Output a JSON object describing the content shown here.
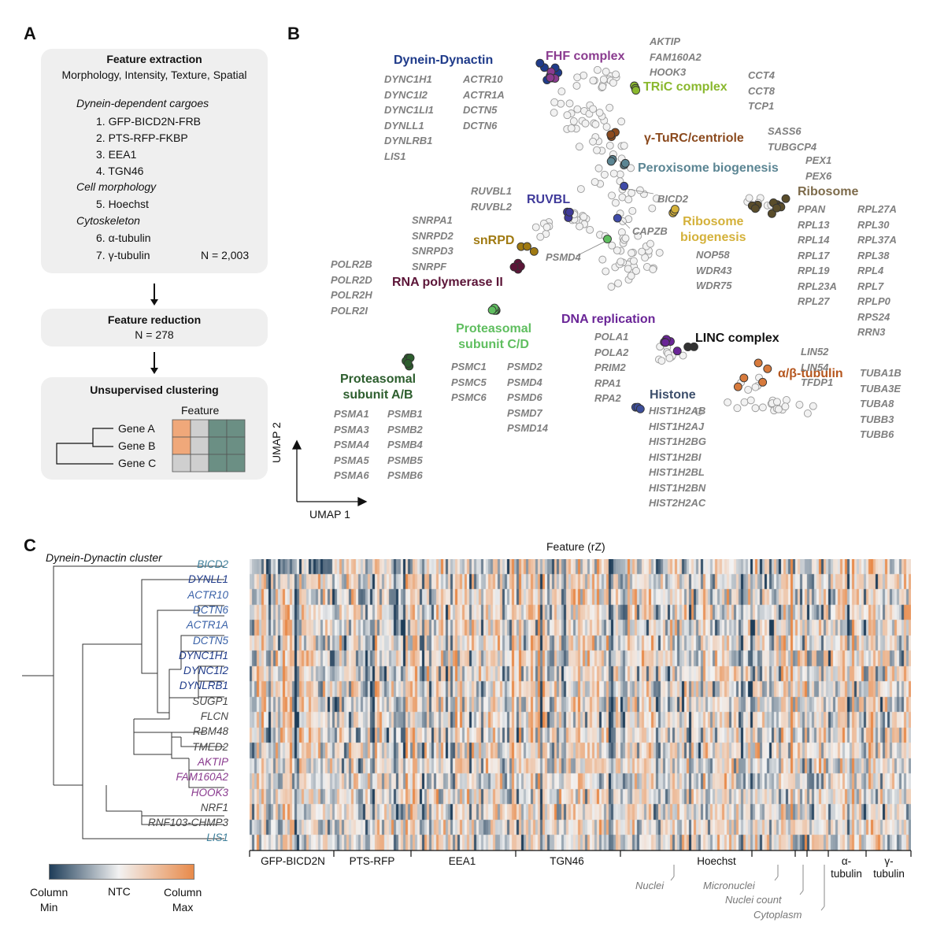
{
  "panelA": {
    "letter": "A",
    "extraction": {
      "title": "Feature extraction",
      "subtitle": "Morphology, Intensity, Texture, Spatial",
      "group1": "Dynein-dependent cargoes",
      "item1": "1. GFP-BICD2N-FRB",
      "item2": "2. PTS-RFP-FKBP",
      "item3": "3. EEA1",
      "item4": "4. TGN46",
      "group2": "Cell morphology",
      "item5": "5. Hoechst",
      "group3": "Cytoskeleton",
      "item6": "6. α-tubulin",
      "item7": "7. γ-tubulin",
      "n": "N = 2,003"
    },
    "reduction": {
      "title": "Feature reduction",
      "n": "N = 278"
    },
    "clustering": {
      "title": "Unsupervised clustering",
      "feature_label": "Feature",
      "genes": [
        "Gene A",
        "Gene B",
        "Gene C"
      ],
      "colors": {
        "orange": "#f0a87a",
        "gray": "#cfcfcf",
        "teal": "#6b8f84"
      }
    }
  },
  "panelB": {
    "letter": "B",
    "axis_x": "UMAP 1",
    "axis_y": "UMAP 2",
    "clusters": [
      {
        "id": "dynein",
        "label": "Dynein-Dynactin",
        "color": "#1f3b8a"
      },
      {
        "id": "fhf",
        "label": "FHF complex",
        "color": "#8a3b8f"
      },
      {
        "id": "tric",
        "label": "TRiC complex",
        "color": "#8ab82e"
      },
      {
        "id": "gturc",
        "label": "γ-TuRC/centriole",
        "color": "#8b4a1e"
      },
      {
        "id": "perox",
        "label": "Peroxisome biogenesis",
        "color": "#5b8593"
      },
      {
        "id": "ribosome",
        "label": "Ribosome",
        "color": "#7d6b4b"
      },
      {
        "id": "ruvbl",
        "label": "RUVBL",
        "color": "#3f3a9a"
      },
      {
        "id": "snrpd",
        "label": "snRPD",
        "color": "#a07a12"
      },
      {
        "id": "ribobio",
        "label": "Ribosome\nbiogenesis",
        "color": "#d4b13a"
      },
      {
        "id": "rnapol",
        "label": "RNA polymerase II",
        "color": "#5c1538"
      },
      {
        "id": "proteaCD",
        "label": "Proteasomal\nsubunit C/D",
        "color": "#5fbe5f"
      },
      {
        "id": "dnarep",
        "label": "DNA replication",
        "color": "#6a2597"
      },
      {
        "id": "linc",
        "label": "LINC complex",
        "color": "#111111"
      },
      {
        "id": "tubulin",
        "label": "α/β-tubulin",
        "color": "#b5561e"
      },
      {
        "id": "proteaAB",
        "label": "Proteasomal\nsubunit A/B",
        "color": "#2d5e2e"
      },
      {
        "id": "histone",
        "label": "Histone",
        "color": "#3c4e6b"
      }
    ],
    "gene_lists": {
      "dynein_a": "DYNC1H1\nDYNC1I2\nDYNC1LI1\nDYNLL1\nDYNLRB1\nLIS1",
      "dynein_b": "ACTR10\nACTR1A\nDCTN5\nDCTN6",
      "fhf": "AKTIP\nFAM160A2\nHOOK3",
      "tric": "CCT4\nCCT8\nTCP1",
      "gturc": "SASS6\nTUBGCP4",
      "perox": "PEX1\nPEX6",
      "ruvbl": "RUVBL1\nRUVBL2",
      "snrpd": "SNRPA1\nSNRPD2\nSNRPD3\nSNRPF",
      "rnapol": "POLR2B\nPOLR2D\nPOLR2H\nPOLR2I",
      "ribo_a": "PPAN\nRPL13\nRPL14\nRPL17\nRPL19\nRPL23A\nRPL27",
      "ribo_b": "RPL27A\nRPL30\nRPL37A\nRPL38\nRPL4\nRPL7\nRPLP0\nRPS24\nRRN3",
      "ribobio": "NOP58\nWDR43\nWDR75",
      "proteaCD_a": "PSMC1\nPSMC5\nPSMC6",
      "proteaCD_b": "PSMD2\nPSMD4\nPSMD6\nPSMD7\nPSMD14",
      "dnarep": "POLA1\nPOLA2\nPRIM2\nRPA1\nRPA2",
      "linc": "LIN52\nLIN54\nTFDP1",
      "tubulin": "TUBA1B\nTUBA3E\nTUBA8\nTUBB3\nTUBB6",
      "proteaAB_a": "PSMA1\nPSMA3\nPSMA4\nPSMA5\nPSMA6",
      "proteaAB_b": "PSMB1\nPSMB2\nPSMB4\nPSMB5\nPSMB6",
      "histone": "HIST1H2AB\nHIST1H2AJ\nHIST1H2BG\nHIST1H2BI\nHIST1H2BL\nHIST1H2BN\nHIST2H2AC"
    },
    "callouts": {
      "bicd2": "BICD2",
      "capzb": "CAPZB",
      "psmd4": "PSMD4"
    }
  },
  "panelC": {
    "letter": "C",
    "dendro_title": "Dynein-Dynactin cluster",
    "heatmap_title": "Feature (rZ)",
    "rows": [
      {
        "gene": "BICD2",
        "color": "#3f7f9a"
      },
      {
        "gene": "DYNLL1",
        "color": "#1f3b8a"
      },
      {
        "gene": "ACTR10",
        "color": "#3a62a8"
      },
      {
        "gene": "DCTN6",
        "color": "#3a62a8"
      },
      {
        "gene": "ACTR1A",
        "color": "#3a62a8"
      },
      {
        "gene": "DCTN5",
        "color": "#3a62a8"
      },
      {
        "gene": "DYNC1H1",
        "color": "#1f3b8a"
      },
      {
        "gene": "DYNC1I2",
        "color": "#1f3b8a"
      },
      {
        "gene": "DYNLRB1",
        "color": "#1f3b8a"
      },
      {
        "gene": "SUGP1",
        "color": "#444444"
      },
      {
        "gene": "FLCN",
        "color": "#444444"
      },
      {
        "gene": "RBM48",
        "color": "#444444"
      },
      {
        "gene": "TMED2",
        "color": "#444444"
      },
      {
        "gene": "AKTIP",
        "color": "#8a3b8f"
      },
      {
        "gene": "FAM160A2",
        "color": "#8a3b8f"
      },
      {
        "gene": "HOOK3",
        "color": "#8a3b8f"
      },
      {
        "gene": "NRF1",
        "color": "#444444"
      },
      {
        "gene": "RNF103-CHMP3",
        "color": "#444444"
      },
      {
        "gene": "LIS1",
        "color": "#3f7f9a"
      }
    ],
    "segments": [
      "GFP-BICD2N",
      "PTS-RFP",
      "EEA1",
      "TGN46",
      "Hoechst",
      "α-\ntubulin",
      "γ-\ntubulin"
    ],
    "sublabels": [
      "Nuclei",
      "Micronuclei",
      "Nuclei count",
      "Cytoplasm"
    ],
    "colorbar": {
      "left": "Column\nMin",
      "mid": "NTC",
      "right": "Column\nMax",
      "low_color": "#1e3d59",
      "mid_color": "#f2f2f2",
      "high_color": "#e88a4a"
    }
  }
}
